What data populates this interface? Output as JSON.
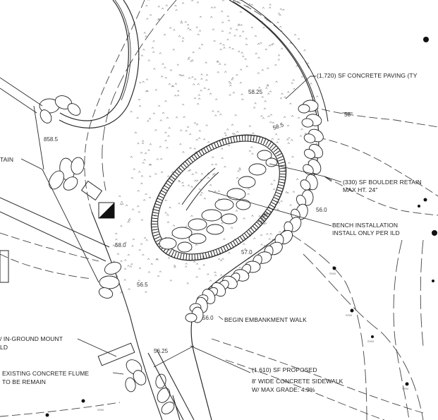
{
  "callouts": {
    "concrete_paving": "(1,720) SF CONCRETE PAVING (TY",
    "boulder_retain_1": "(330) SF BOULDER RETAIN",
    "boulder_retain_2": "MAX HT. 24\"",
    "bench_1": "BENCH INSTALLATION",
    "bench_2": "INSTALL ONLY PER ILD",
    "embankment_walk": "BEGIN EMBANKMENT WALK",
    "inground_1": "/ IN-GROUND MOUNT",
    "inground_2": "LD",
    "flume_1": "EXISTING CONCRETE FLUME",
    "flume_2": "TO BE REMAIN",
    "sidewalk_1": "(1,610) SF PROPOSED",
    "sidewalk_2": "8' WIDE CONCRETE  SIDEWALK",
    "sidewalk_3": "W/ MAX GRADE: 4.9%",
    "retain_left": "TAIN"
  },
  "elevations": {
    "e1": "58.25",
    "e2": "58",
    "e3": "58.5",
    "e4": "858.5",
    "e5": "56.0",
    "e6": "58.0",
    "e7": "56.5",
    "e8": "57.0",
    "e9": "56.0",
    "e10": "56.25",
    "slope": "3.5%"
  },
  "colors": {
    "ink": "#2a2a2a",
    "paper": "#ffffff"
  },
  "icons": [
    "tree-symbol",
    "boulder-symbol",
    "north-marker"
  ]
}
